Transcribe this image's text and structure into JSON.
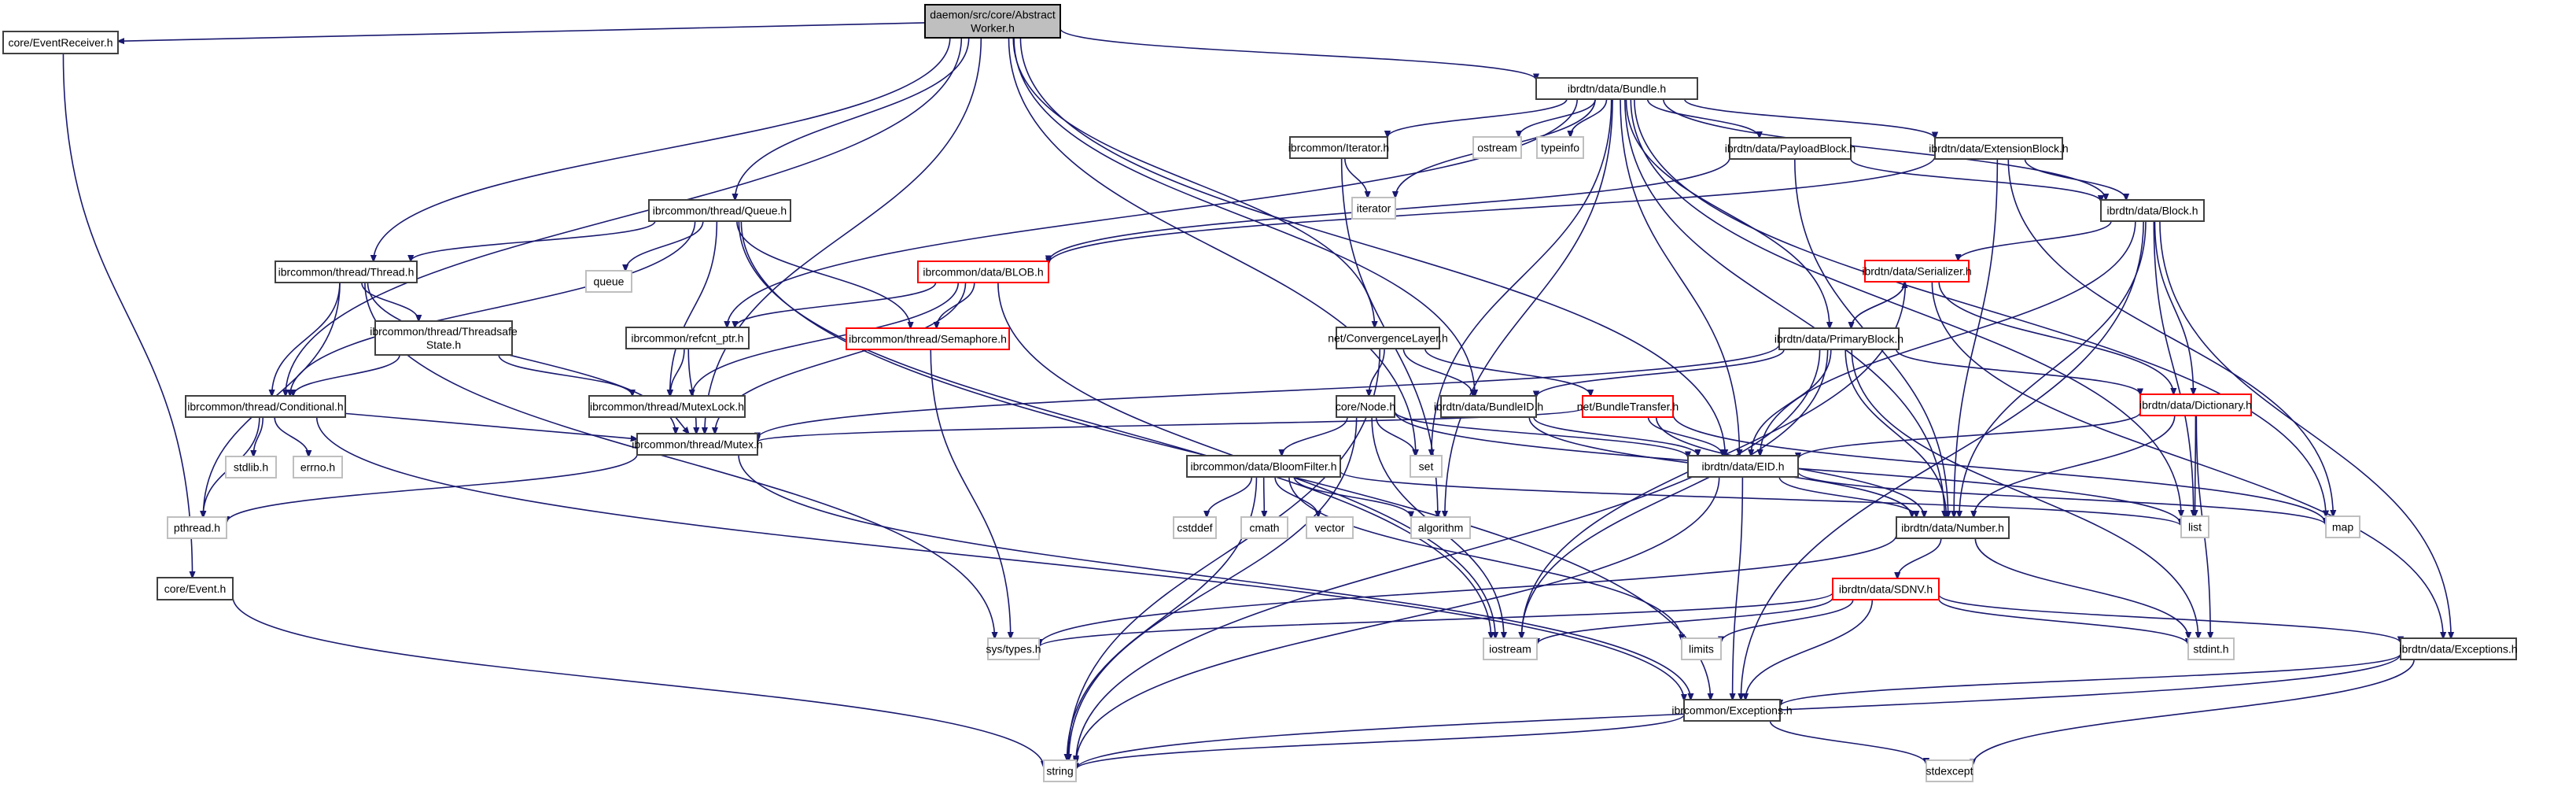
{
  "title": "daemon/src/core/AbstractWorker.h include dependency graph",
  "colors": {
    "edge": "#191970",
    "project_border": "#404040",
    "external_border": "#bfbfbf",
    "truncated_border": "#ff0000",
    "root_fill": "#bfbfbf"
  },
  "nodes": [
    {
      "id": "aw",
      "label": [
        "daemon/src/core/Abstract",
        "Worker.h"
      ],
      "kind": "root"
    },
    {
      "id": "evrecv",
      "label": [
        "core/EventReceiver.h"
      ],
      "kind": "project"
    },
    {
      "id": "event",
      "label": [
        "core/Event.h"
      ],
      "kind": "project"
    },
    {
      "id": "bundle",
      "label": [
        "ibrdtn/data/Bundle.h"
      ],
      "kind": "project"
    },
    {
      "id": "queue",
      "label": [
        "ibrcommon/thread/Queue.h"
      ],
      "kind": "project"
    },
    {
      "id": "thread",
      "label": [
        "ibrcommon/thread/Thread.h"
      ],
      "kind": "project"
    },
    {
      "id": "tsstate",
      "label": [
        "ibrcommon/thread/Threadsafe",
        "State.h"
      ],
      "kind": "project"
    },
    {
      "id": "cond",
      "label": [
        "ibrcommon/thread/Conditional.h"
      ],
      "kind": "project"
    },
    {
      "id": "queue_std",
      "label": [
        "queue"
      ],
      "kind": "external"
    },
    {
      "id": "blob",
      "label": [
        "ibrcommon/data/BLOB.h"
      ],
      "kind": "truncated"
    },
    {
      "id": "sema",
      "label": [
        "ibrcommon/thread/Semaphore.h"
      ],
      "kind": "truncated"
    },
    {
      "id": "refcnt",
      "label": [
        "ibrcommon/refcnt_ptr.h"
      ],
      "kind": "project"
    },
    {
      "id": "mutexlock",
      "label": [
        "ibrcommon/thread/MutexLock.h"
      ],
      "kind": "project"
    },
    {
      "id": "mutex",
      "label": [
        "ibrcommon/thread/Mutex.h"
      ],
      "kind": "project"
    },
    {
      "id": "stdlib",
      "label": [
        "stdlib.h"
      ],
      "kind": "external"
    },
    {
      "id": "errno",
      "label": [
        "errno.h"
      ],
      "kind": "external"
    },
    {
      "id": "pthread",
      "label": [
        "pthread.h"
      ],
      "kind": "external"
    },
    {
      "id": "iter_h",
      "label": [
        "ibrcommon/Iterator.h"
      ],
      "kind": "project"
    },
    {
      "id": "iterator",
      "label": [
        "iterator"
      ],
      "kind": "external"
    },
    {
      "id": "ostream",
      "label": [
        "ostream"
      ],
      "kind": "external"
    },
    {
      "id": "typeinfo",
      "label": [
        "typeinfo"
      ],
      "kind": "external"
    },
    {
      "id": "payload",
      "label": [
        "ibrdtn/data/PayloadBlock.h"
      ],
      "kind": "project"
    },
    {
      "id": "extblock",
      "label": [
        "ibrdtn/data/ExtensionBlock.h"
      ],
      "kind": "project"
    },
    {
      "id": "block",
      "label": [
        "ibrdtn/data/Block.h"
      ],
      "kind": "project"
    },
    {
      "id": "serializer",
      "label": [
        "ibrdtn/data/Serializer.h"
      ],
      "kind": "truncated"
    },
    {
      "id": "primary",
      "label": [
        "ibrdtn/data/PrimaryBlock.h"
      ],
      "kind": "project"
    },
    {
      "id": "convlayer",
      "label": [
        "net/ConvergenceLayer.h"
      ],
      "kind": "project"
    },
    {
      "id": "node",
      "label": [
        "core/Node.h"
      ],
      "kind": "project"
    },
    {
      "id": "bundleid",
      "label": [
        "ibrdtn/data/BundleID.h"
      ],
      "kind": "project"
    },
    {
      "id": "btransfer",
      "label": [
        "net/BundleTransfer.h"
      ],
      "kind": "truncated"
    },
    {
      "id": "dictionary",
      "label": [
        "ibrdtn/data/Dictionary.h"
      ],
      "kind": "truncated"
    },
    {
      "id": "eid",
      "label": [
        "ibrdtn/data/EID.h"
      ],
      "kind": "project"
    },
    {
      "id": "set",
      "label": [
        "set"
      ],
      "kind": "external"
    },
    {
      "id": "bloom",
      "label": [
        "ibrcommon/data/BloomFilter.h"
      ],
      "kind": "project"
    },
    {
      "id": "cstddef",
      "label": [
        "cstddef"
      ],
      "kind": "external"
    },
    {
      "id": "cmath",
      "label": [
        "cmath"
      ],
      "kind": "external"
    },
    {
      "id": "vector",
      "label": [
        "vector"
      ],
      "kind": "external"
    },
    {
      "id": "algorithm",
      "label": [
        "algorithm"
      ],
      "kind": "external"
    },
    {
      "id": "number",
      "label": [
        "ibrdtn/data/Number.h"
      ],
      "kind": "project"
    },
    {
      "id": "list",
      "label": [
        "list"
      ],
      "kind": "external"
    },
    {
      "id": "map",
      "label": [
        "map"
      ],
      "kind": "external"
    },
    {
      "id": "sdnv",
      "label": [
        "ibrdtn/data/SDNV.h"
      ],
      "kind": "truncated"
    },
    {
      "id": "systypes",
      "label": [
        "sys/types.h"
      ],
      "kind": "external"
    },
    {
      "id": "iostream",
      "label": [
        "iostream"
      ],
      "kind": "external"
    },
    {
      "id": "limits",
      "label": [
        "limits"
      ],
      "kind": "external"
    },
    {
      "id": "stdint",
      "label": [
        "stdint.h"
      ],
      "kind": "external"
    },
    {
      "id": "dexc",
      "label": [
        "ibrdtn/data/Exceptions.h"
      ],
      "kind": "project"
    },
    {
      "id": "cexc",
      "label": [
        "ibrcommon/Exceptions.h"
      ],
      "kind": "project"
    },
    {
      "id": "stdexcept",
      "label": [
        "stdexcept"
      ],
      "kind": "external"
    },
    {
      "id": "string",
      "label": [
        "string"
      ],
      "kind": "external"
    }
  ],
  "edges": [
    [
      "aw",
      "evrecv"
    ],
    [
      "aw",
      "cond"
    ],
    [
      "aw",
      "thread"
    ],
    [
      "aw",
      "mutex"
    ],
    [
      "aw",
      "queue"
    ],
    [
      "aw",
      "set"
    ],
    [
      "aw",
      "convlayer"
    ],
    [
      "aw",
      "bundleid"
    ],
    [
      "aw",
      "eid"
    ],
    [
      "aw",
      "bundle"
    ],
    [
      "evrecv",
      "event"
    ],
    [
      "event",
      "string"
    ],
    [
      "queue",
      "queue_std"
    ],
    [
      "queue",
      "cond"
    ],
    [
      "queue",
      "thread"
    ],
    [
      "queue",
      "mutexlock"
    ],
    [
      "queue",
      "sema"
    ],
    [
      "queue",
      "cexc"
    ],
    [
      "queue",
      "iostream"
    ],
    [
      "thread",
      "tsstate"
    ],
    [
      "thread",
      "cond"
    ],
    [
      "thread",
      "mutex"
    ],
    [
      "thread",
      "pthread"
    ],
    [
      "thread",
      "systypes"
    ],
    [
      "tsstate",
      "cond"
    ],
    [
      "tsstate",
      "mutexlock"
    ],
    [
      "cond",
      "stdlib"
    ],
    [
      "cond",
      "errno"
    ],
    [
      "cond",
      "pthread"
    ],
    [
      "cond",
      "mutex"
    ],
    [
      "cond",
      "cexc"
    ],
    [
      "mutexlock",
      "mutex"
    ],
    [
      "mutex",
      "pthread"
    ],
    [
      "mutex",
      "cexc"
    ],
    [
      "refcnt",
      "mutexlock"
    ],
    [
      "refcnt",
      "mutex"
    ],
    [
      "blob",
      "refcnt"
    ],
    [
      "blob",
      "sema"
    ],
    [
      "blob",
      "mutexlock"
    ],
    [
      "blob",
      "mutex"
    ],
    [
      "blob",
      "iostream"
    ],
    [
      "sema",
      "systypes"
    ],
    [
      "bundle",
      "iter_h"
    ],
    [
      "bundle",
      "iterator"
    ],
    [
      "bundle",
      "ostream"
    ],
    [
      "bundle",
      "typeinfo"
    ],
    [
      "bundle",
      "payload"
    ],
    [
      "bundle",
      "extblock"
    ],
    [
      "bundle",
      "block"
    ],
    [
      "bundle",
      "primary"
    ],
    [
      "bundle",
      "refcnt"
    ],
    [
      "bundle",
      "set"
    ],
    [
      "bundle",
      "list"
    ],
    [
      "bundle",
      "map"
    ],
    [
      "bundle",
      "eid"
    ],
    [
      "bundle",
      "number"
    ],
    [
      "bundle",
      "algorithm"
    ],
    [
      "iter_h",
      "iterator"
    ],
    [
      "iter_h",
      "algorithm"
    ],
    [
      "payload",
      "blob"
    ],
    [
      "payload",
      "block"
    ],
    [
      "payload",
      "number"
    ],
    [
      "extblock",
      "blob"
    ],
    [
      "extblock",
      "block"
    ],
    [
      "extblock",
      "number"
    ],
    [
      "extblock",
      "map"
    ],
    [
      "block",
      "serializer"
    ],
    [
      "block",
      "dictionary"
    ],
    [
      "block",
      "eid"
    ],
    [
      "block",
      "number"
    ],
    [
      "block",
      "list"
    ],
    [
      "block",
      "dexc"
    ],
    [
      "block",
      "cexc"
    ],
    [
      "serializer",
      "primary"
    ],
    [
      "serializer",
      "dictionary"
    ],
    [
      "serializer",
      "dexc"
    ],
    [
      "serializer",
      "iostream"
    ],
    [
      "primary",
      "serializer"
    ],
    [
      "primary",
      "dictionary"
    ],
    [
      "primary",
      "eid"
    ],
    [
      "primary",
      "number"
    ],
    [
      "primary",
      "bundleid"
    ],
    [
      "primary",
      "mutex"
    ],
    [
      "primary",
      "string"
    ],
    [
      "primary",
      "stdint"
    ],
    [
      "primary",
      "iostream"
    ],
    [
      "convlayer",
      "node"
    ],
    [
      "convlayer",
      "bundleid"
    ],
    [
      "convlayer",
      "btransfer"
    ],
    [
      "convlayer",
      "string"
    ],
    [
      "node",
      "set"
    ],
    [
      "node",
      "eid"
    ],
    [
      "node",
      "bloom"
    ],
    [
      "node",
      "string"
    ],
    [
      "node",
      "iostream"
    ],
    [
      "node",
      "list"
    ],
    [
      "bundleid",
      "eid"
    ],
    [
      "bundleid",
      "number"
    ],
    [
      "btransfer",
      "eid"
    ],
    [
      "btransfer",
      "number"
    ],
    [
      "btransfer",
      "map"
    ],
    [
      "btransfer",
      "mutex"
    ],
    [
      "dictionary",
      "eid"
    ],
    [
      "dictionary",
      "number"
    ],
    [
      "dictionary",
      "list"
    ],
    [
      "dictionary",
      "stdint"
    ],
    [
      "eid",
      "number"
    ],
    [
      "eid",
      "map"
    ],
    [
      "eid",
      "cexc"
    ],
    [
      "eid",
      "string"
    ],
    [
      "bloom",
      "cstddef"
    ],
    [
      "bloom",
      "cmath"
    ],
    [
      "bloom",
      "vector"
    ],
    [
      "bloom",
      "algorithm"
    ],
    [
      "bloom",
      "string"
    ],
    [
      "bloom",
      "list"
    ],
    [
      "bloom",
      "limits"
    ],
    [
      "number",
      "sdnv"
    ],
    [
      "number",
      "stdint"
    ],
    [
      "number",
      "systypes"
    ],
    [
      "sdnv",
      "systypes"
    ],
    [
      "sdnv",
      "iostream"
    ],
    [
      "sdnv",
      "limits"
    ],
    [
      "sdnv",
      "stdint"
    ],
    [
      "sdnv",
      "cexc"
    ],
    [
      "sdnv",
      "dexc"
    ],
    [
      "dexc",
      "cexc"
    ],
    [
      "dexc",
      "stdexcept"
    ],
    [
      "dexc",
      "string"
    ],
    [
      "cexc",
      "stdexcept"
    ],
    [
      "cexc",
      "string"
    ]
  ]
}
